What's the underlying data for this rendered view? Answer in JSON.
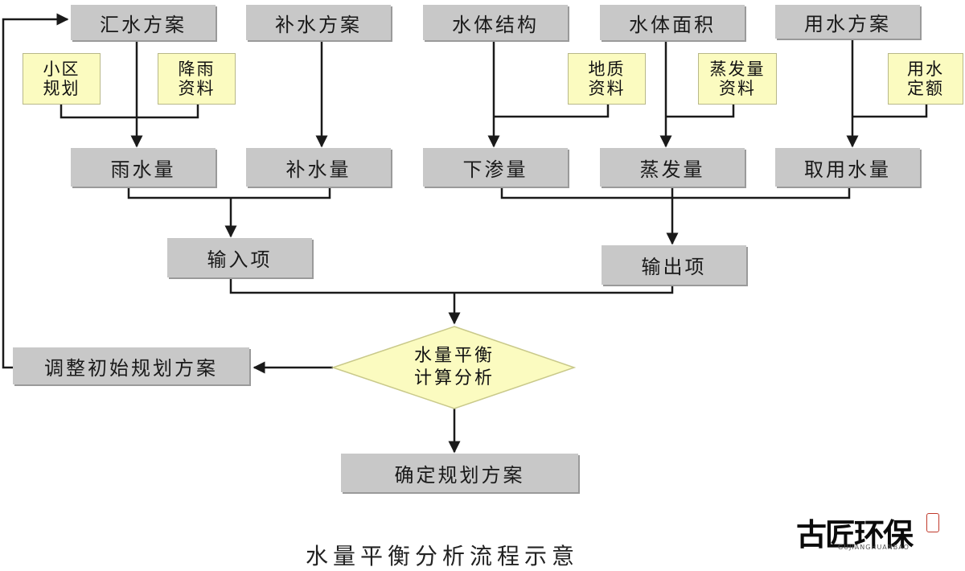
{
  "nodes": {
    "huishui_fangan": "汇水方案",
    "bushui_fangan": "补水方案",
    "shuiti_jiegou": "水体结构",
    "shuiti_mianji": "水体面积",
    "yongshui_fangan": "用水方案",
    "yushuiliang": "雨水量",
    "bushuiliang": "补水量",
    "xiashenliang": "下渗量",
    "zhengfaliang": "蒸发量",
    "quyongshuiliang": "取用水量",
    "shuruxiang": "输入项",
    "shuchuxiang": "输出项",
    "tiaozheng": "调整初始规划方案",
    "queding": "确定规划方案"
  },
  "notes": {
    "xiaoqu_guihua": [
      "小区",
      "规划"
    ],
    "jiangyu_ziliao": [
      "降雨",
      "资料"
    ],
    "dizhi_ziliao": [
      "地质",
      "资料"
    ],
    "zhengfaliang_ziliao": [
      "蒸发量",
      "资料"
    ],
    "yongshui_dinge": [
      "用水",
      "定额"
    ]
  },
  "decision": [
    "水量平衡",
    "计算分析"
  ],
  "caption": "水量平衡分析流程示意",
  "logo": {
    "name": "古匠环保",
    "subtitle": "GUJIANGHUANBAO"
  }
}
